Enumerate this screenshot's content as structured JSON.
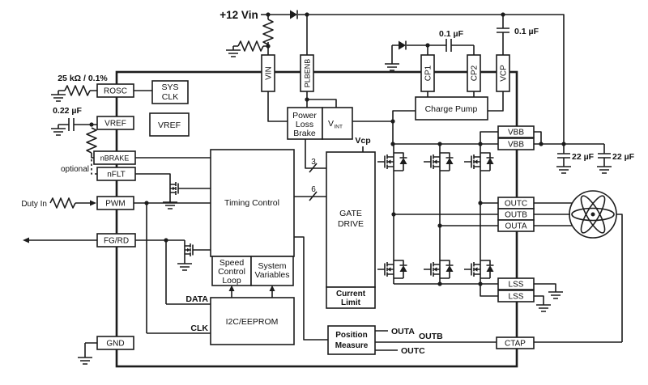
{
  "pins": {
    "left": [
      "ROSC",
      "VREF",
      "nBRAKE",
      "nFLT",
      "PWM",
      "FG/RD",
      "GND"
    ],
    "top": [
      "VIN",
      "PLBENB",
      "CP1",
      "CP2",
      "VCP"
    ],
    "right": [
      "VBB",
      "VBB",
      "OUTC",
      "OUTB",
      "OUTA",
      "LSS",
      "LSS",
      "CTAP"
    ]
  },
  "blocks": {
    "sys_clk": [
      "SYS",
      "CLK"
    ],
    "vref": "VREF",
    "timing_control": "Timing Control",
    "speed_control_loop": [
      "Speed",
      "Control",
      "Loop"
    ],
    "system_variables": [
      "System",
      "Variables"
    ],
    "i2c_eeprom": "I2C/EEPROM",
    "power_loss_brake": [
      "Power",
      "Loss",
      "Brake"
    ],
    "vint": {
      "base": "V",
      "sub": "INT"
    },
    "gate_drive": [
      "GATE",
      "DRIVE"
    ],
    "current_limit": [
      "Current",
      "Limit"
    ],
    "charge_pump": "Charge Pump",
    "position_measure": [
      "Position",
      "Measure"
    ]
  },
  "annotations": {
    "supply": "+12 Vin",
    "rosc_resistor": "25 kΩ / 0.1%",
    "vref_cap": "0.22 µF",
    "optional": "optional",
    "duty_in": "Duty In",
    "cp_cap": "0.1 µF",
    "vcp_cap": "0.1 µF",
    "bulk_cap_1": "22 µF",
    "bulk_cap_2": "22 µF",
    "data": "DATA",
    "clk": "CLK",
    "pm_outa": "OUTA",
    "pm_outb": "OUTB",
    "pm_outc": "OUTC",
    "vcp_net": "Vcp",
    "bus3": "3",
    "bus6": "6"
  },
  "colors": {
    "line": "#1c1c1c",
    "background": "#ffffff"
  }
}
